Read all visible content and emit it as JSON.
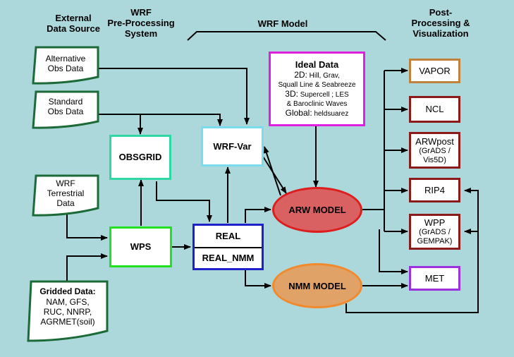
{
  "headers": {
    "external": "External\nData Source",
    "preproc": "WRF\nPre-Processing\nSystem",
    "model": "WRF Model",
    "post": "Post-\nProcessing &\nVisualization"
  },
  "sources": {
    "alt_obs": "Alternative\nObs Data",
    "std_obs": "Standard\nObs Data",
    "terrestrial": "WRF\nTerrestrial\nData",
    "gridded_title": "Gridded Data:",
    "gridded_body": "NAM, GFS,\nRUC, NNRP,\nAGRMET(soil)"
  },
  "boxes": {
    "obsgrid": "OBSGRID",
    "wps": "WPS",
    "wrfvar": "WRF-Var",
    "real": "REAL",
    "real_nmm": "REAL_NMM"
  },
  "ideal": {
    "title": "Ideal Data",
    "l1_label": "2D:",
    "l1_text": "Hill, Grav,",
    "l2": "Squall Line & Seabreeze",
    "l3_label": "3D:",
    "l3_text": "Supercell ; LES",
    "l4": "& Baroclinic Waves",
    "l5_label": "Global:",
    "l5_text": "heldsuarez"
  },
  "models": {
    "arw": "ARW MODEL",
    "nmm": "NMM MODEL"
  },
  "post": {
    "vapor": "VAPOR",
    "ncl": "NCL",
    "arwpost_title": "ARWpost",
    "arwpost_sub": "(GrADS /\nVis5D)",
    "rip4": "RIP4",
    "wpp_title": "WPP",
    "wpp_sub": "(GrADS /\nGEMPAK)",
    "met": "MET"
  },
  "colors": {
    "background": "#acd8db",
    "source_border": "#1b6a37",
    "wps_border": "#22e022",
    "obsgrid_border": "#2fd7a2",
    "wrfvar_border": "#7adcee",
    "real_border": "#2020c8",
    "ideal_border": "#e020e0",
    "arw_fill": "#d96161",
    "arw_border": "#dd1e1e",
    "nmm_fill": "#e0a267",
    "nmm_border": "#f18a2c",
    "vapor_border": "#c0813c",
    "post_border": "#8b1a1a",
    "met_border": "#9b32dd"
  }
}
